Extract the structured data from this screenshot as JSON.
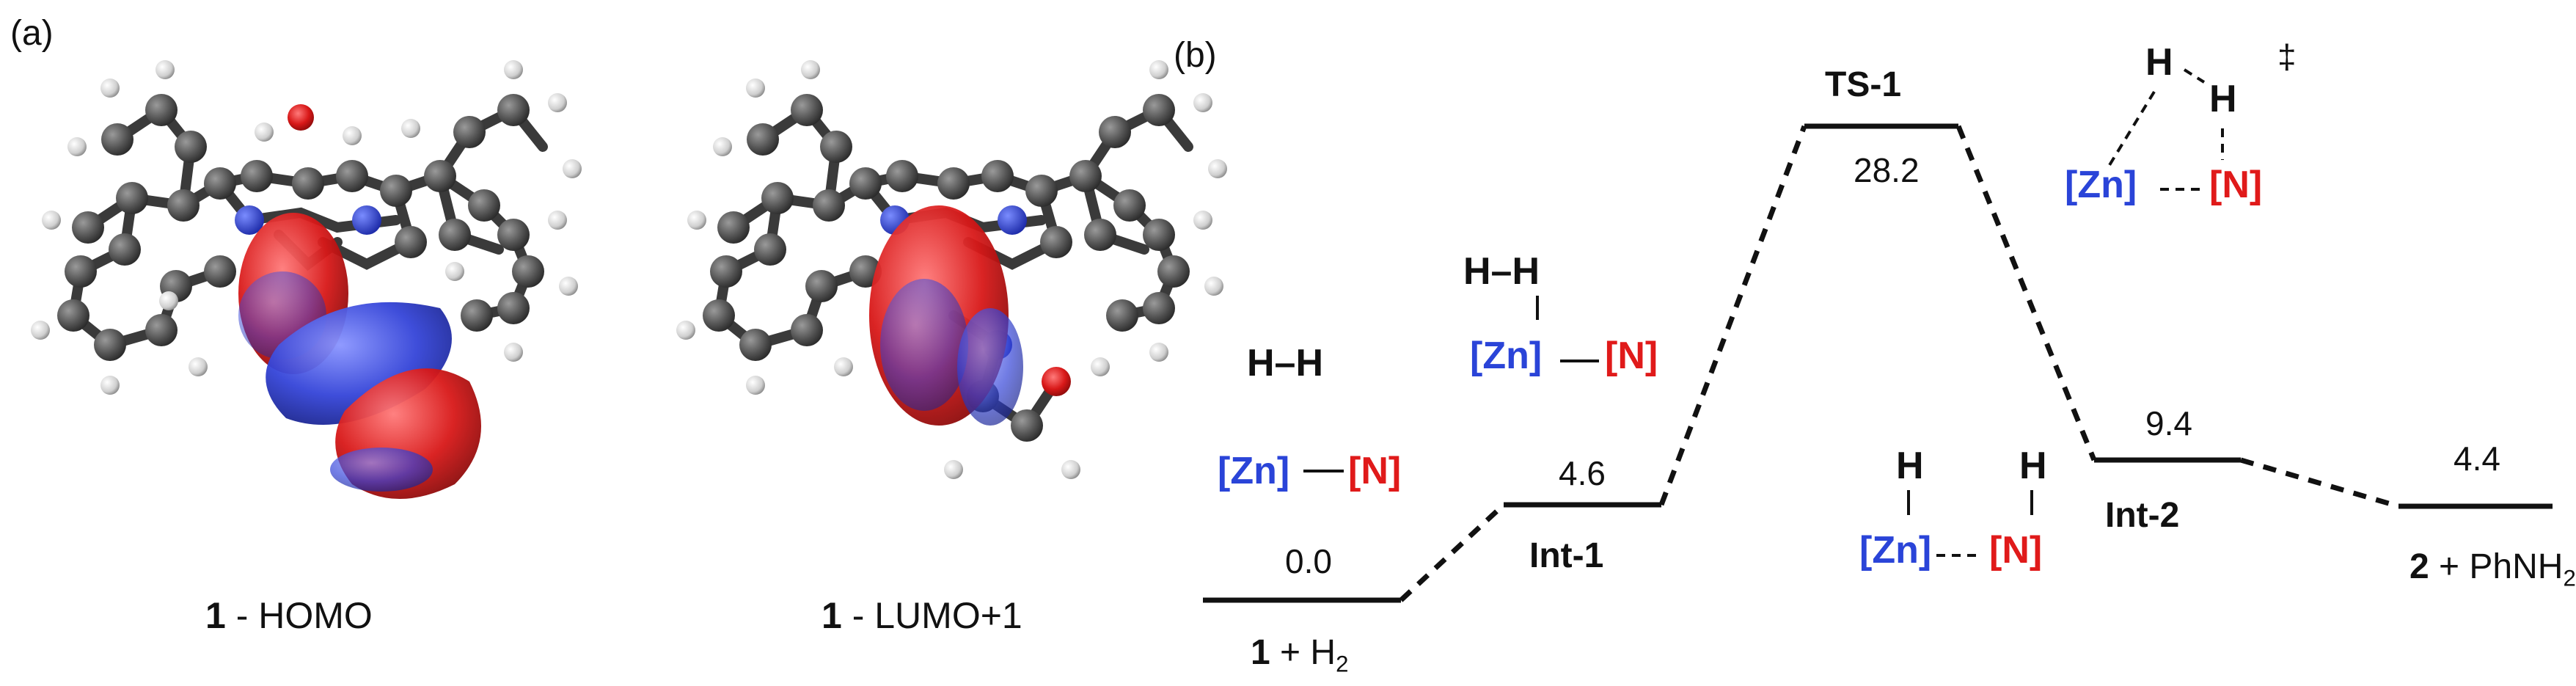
{
  "panels": {
    "a": "(a)",
    "b": "(b)"
  },
  "orbitals": [
    {
      "bold": "1",
      "text": " - HOMO"
    },
    {
      "bold": "1",
      "text": " - LUMO+1"
    }
  ],
  "energy_profile": {
    "states": [
      {
        "id": "start",
        "energy": 0.0,
        "energy_label": "0.0",
        "name_bold": "1",
        "name_rest": " + H",
        "name_sub": "2"
      },
      {
        "id": "int1",
        "energy": 4.6,
        "energy_label": "4.6",
        "name_bold": "Int-1"
      },
      {
        "id": "ts1",
        "energy": 28.2,
        "energy_label": "28.2",
        "name_bold": "TS-1"
      },
      {
        "id": "int2",
        "energy": 9.4,
        "energy_label": "9.4",
        "name_bold": "Int-2"
      },
      {
        "id": "end",
        "energy": 4.4,
        "energy_label": "4.4",
        "name_bold": "2",
        "name_rest": " + PhNH",
        "name_sub": "2"
      }
    ]
  },
  "fragments": {
    "h2": "H–H",
    "h": "H",
    "zn": "[Zn]",
    "n": "[N]",
    "dagger": "‡"
  },
  "colors": {
    "zn": "#2a44d8",
    "n": "#e01a1a",
    "carbon": "#4a4a4a",
    "lobe_red": "#d41a1a",
    "lobe_blue": "#2f3fd6"
  }
}
